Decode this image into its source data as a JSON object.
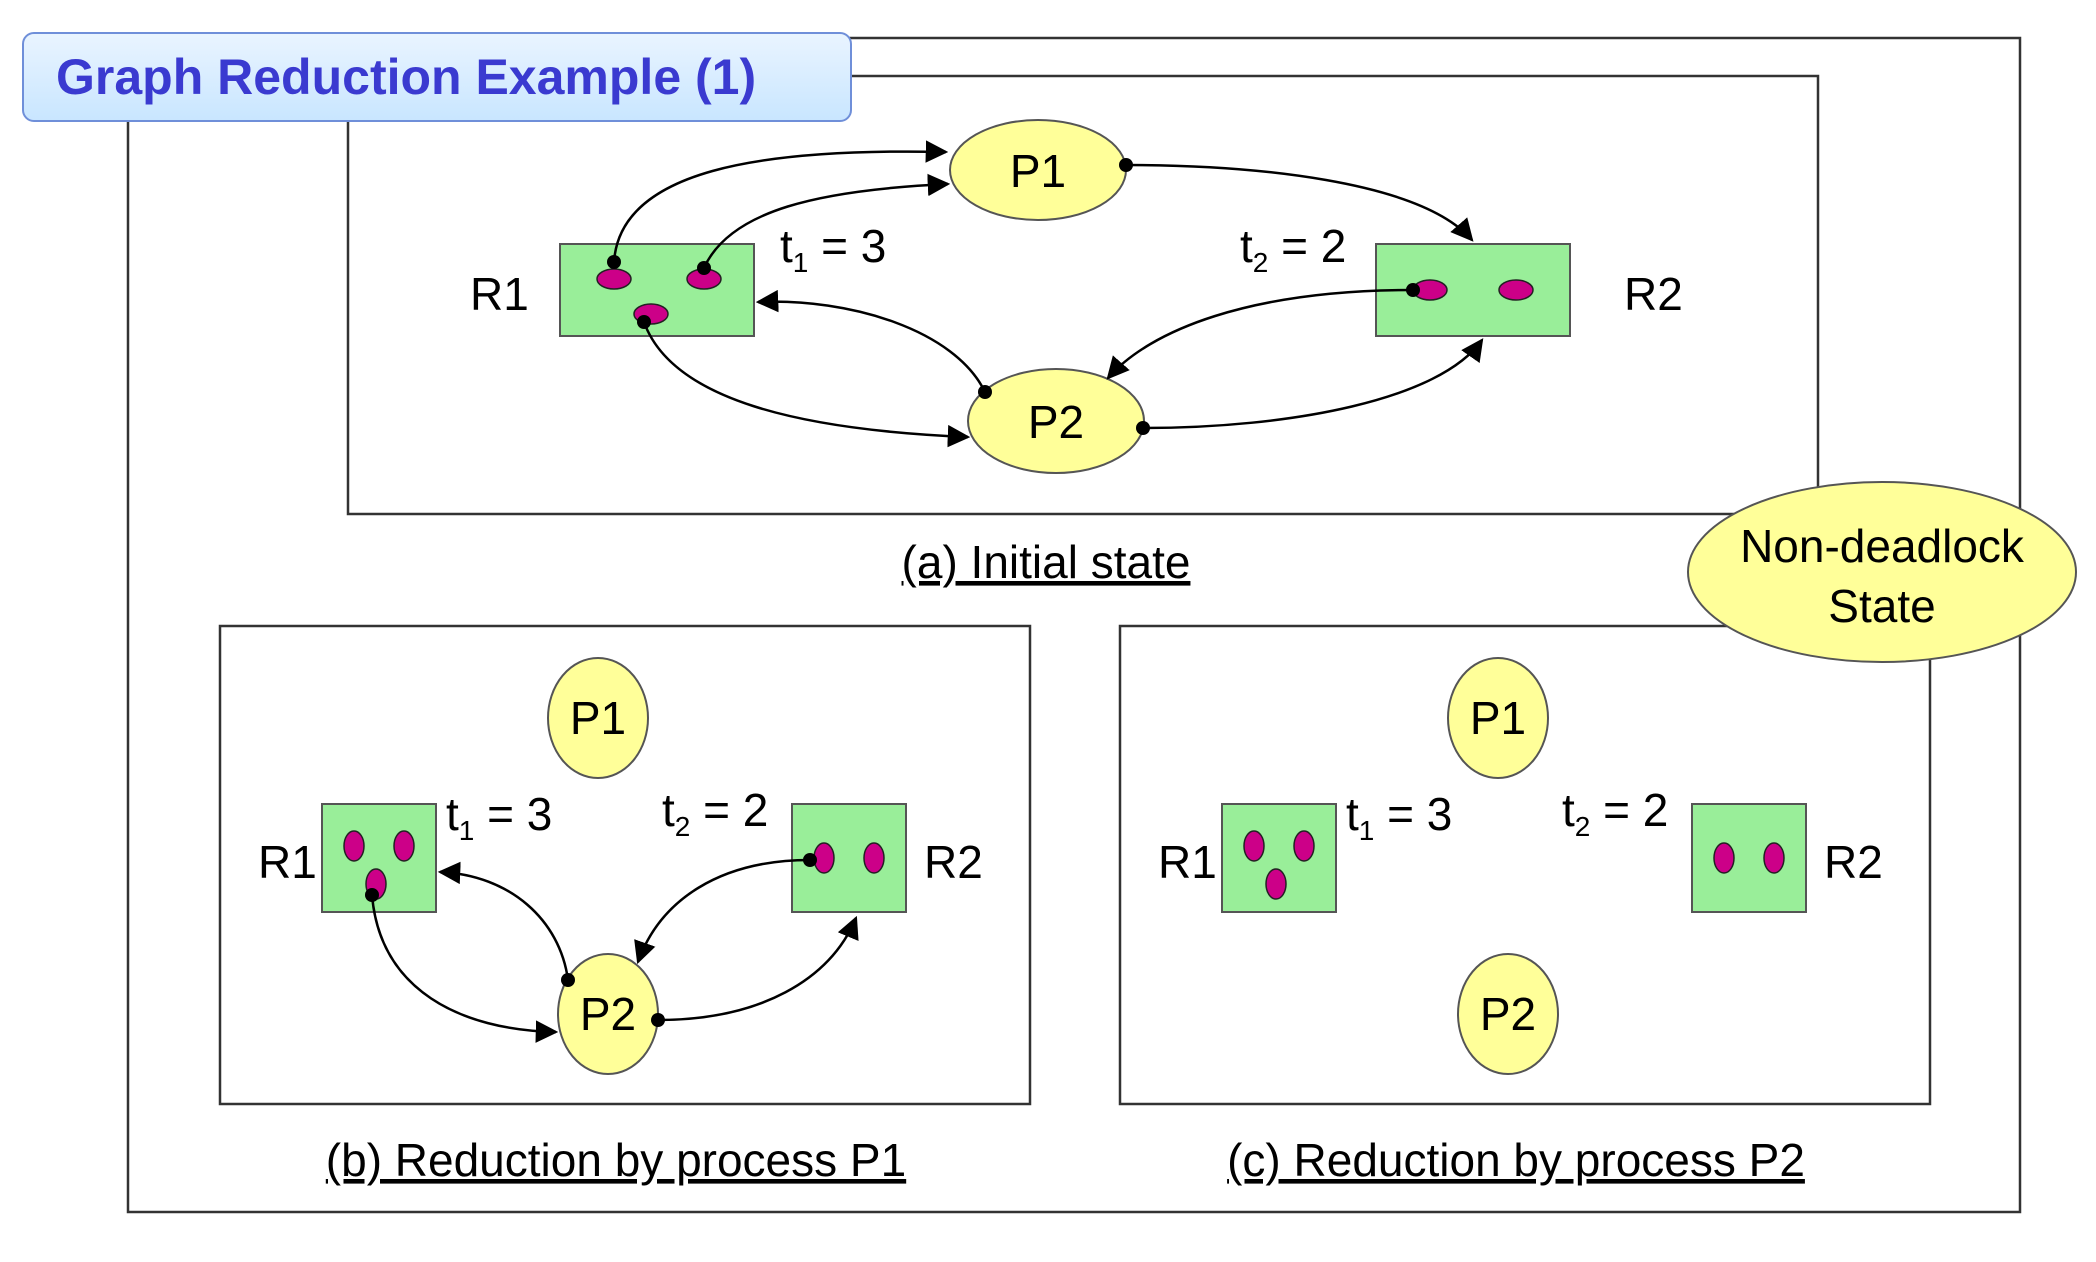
{
  "title": "Graph Reduction Example (1)",
  "badge": {
    "line1": "Non-deadlock",
    "line2": "State"
  },
  "panel_a": {
    "caption": "(a) Initial state",
    "p1": "P1",
    "p2": "P2",
    "r1": "R1",
    "r2": "R2",
    "t1": "t",
    "t1_sub": "1",
    "t1_val": " = 3",
    "t2": "t",
    "t2_sub": "2",
    "t2_val": " = 2"
  },
  "panel_b": {
    "caption": "(b) Reduction by process P1",
    "p1": "P1",
    "p2": "P2",
    "r1": "R1",
    "r2": "R2",
    "t1": "t",
    "t1_sub": "1",
    "t1_val": " = 3",
    "t2": "t",
    "t2_sub": "2",
    "t2_val": " = 2"
  },
  "panel_c": {
    "caption": "(c) Reduction by process P2",
    "p1": "P1",
    "p2": "P2",
    "r1": "R1",
    "r2": "R2",
    "t1": "t",
    "t1_sub": "1",
    "t1_val": " = 3",
    "t2": "t",
    "t2_sub": "2",
    "t2_val": " = 2"
  },
  "colors": {
    "process_fill": "#ffff99",
    "resource_fill": "#99ee99",
    "unit_fill": "#cc0088",
    "title_text": "#3a3ad0"
  }
}
